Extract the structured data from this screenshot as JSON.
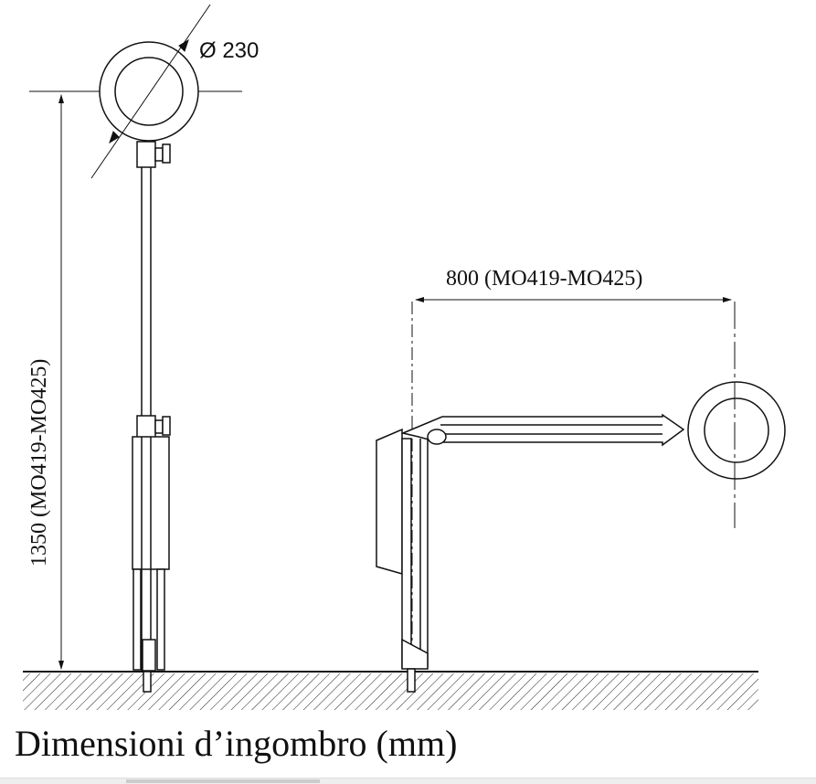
{
  "diameter_label": "Ø 230",
  "horizontal_dimension_label": "800 (MO419-MO425)",
  "vertical_dimension_label": "1350 (MO419-MO425)",
  "caption": "Dimensioni d’ingombro (mm)"
}
